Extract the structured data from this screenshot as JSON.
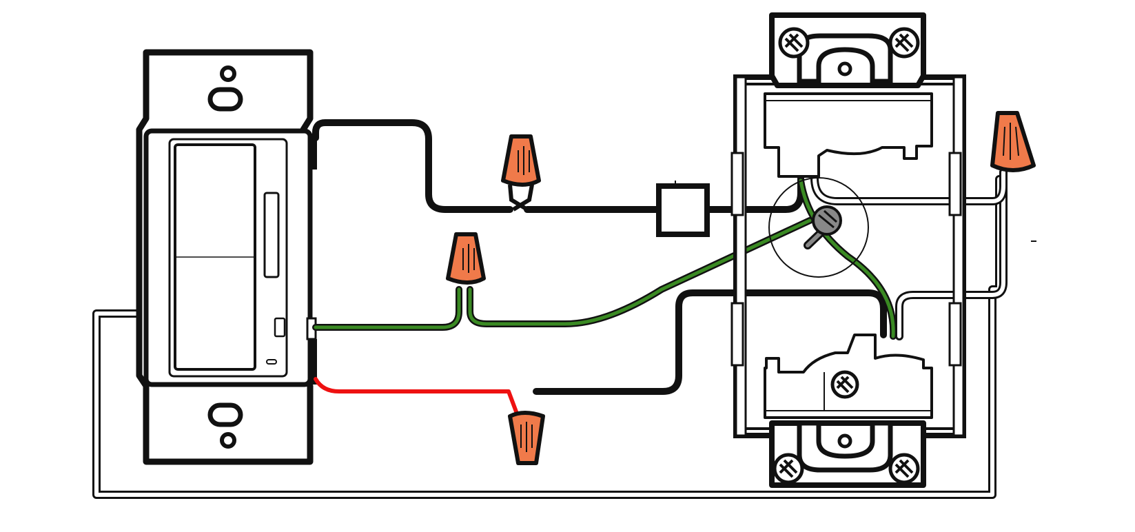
{
  "diagram": {
    "kind": "wiring-diagram",
    "components": [
      "dimmer-switch",
      "light-fixture-box",
      "wire-nut",
      "load-box"
    ],
    "wire_colors": {
      "hot": "#111111",
      "ground": "#3a8a23",
      "traveler": "#ee1111",
      "neutral": "#ffffff",
      "wire_nut": "#f07a4a"
    },
    "wire_nut_count": 4
  }
}
